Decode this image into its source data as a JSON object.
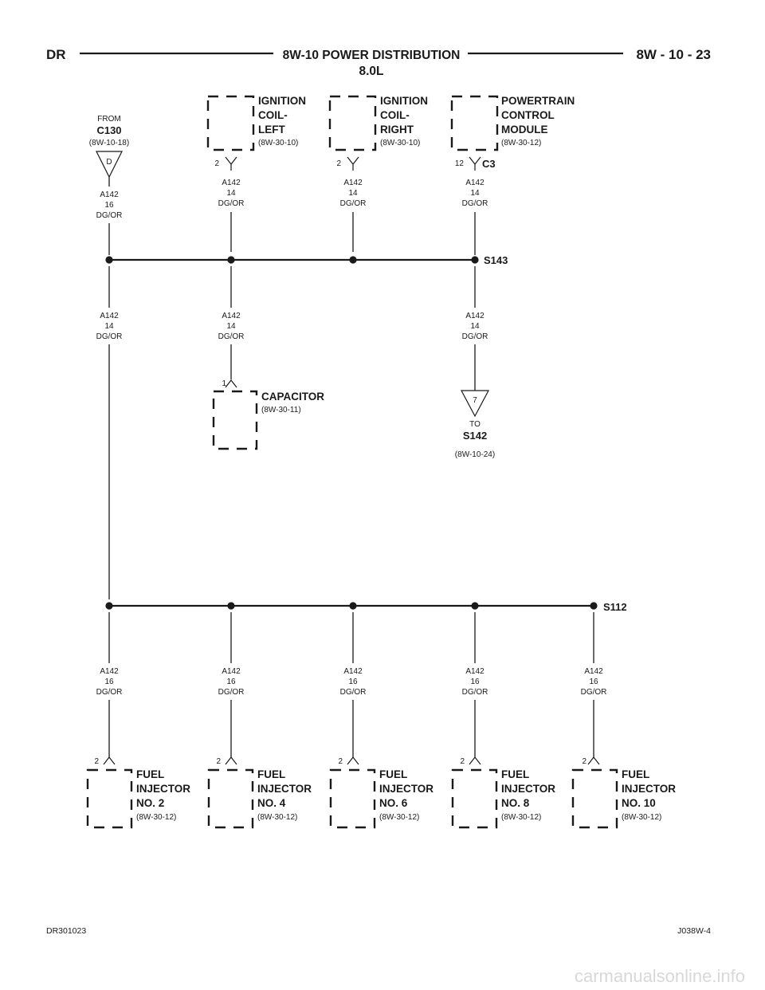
{
  "header": {
    "left": "DR",
    "title_line1": "8W-10 POWER DISTRIBUTION",
    "title_line2": "8.0L",
    "right": "8W - 10 - 23"
  },
  "source": {
    "from_label": "FROM",
    "connector": "C130",
    "ref": "(8W-10-18)",
    "pin": "D",
    "wire": {
      "circuit": "A142",
      "gauge": "16",
      "color": "DG/OR"
    }
  },
  "top_components": [
    {
      "lines": [
        "IGNITION",
        "COIL-",
        "LEFT"
      ],
      "ref": "(8W-30-10)",
      "pin": "2",
      "connector": "",
      "wire": {
        "circuit": "A142",
        "gauge": "14",
        "color": "DG/OR"
      }
    },
    {
      "lines": [
        "IGNITION",
        "COIL-",
        "RIGHT"
      ],
      "ref": "(8W-30-10)",
      "pin": "2",
      "connector": "",
      "wire": {
        "circuit": "A142",
        "gauge": "14",
        "color": "DG/OR"
      }
    },
    {
      "lines": [
        "POWERTRAIN",
        "CONTROL",
        "MODULE"
      ],
      "ref": "(8W-30-12)",
      "pin": "12",
      "connector": "C3",
      "wire": {
        "circuit": "A142",
        "gauge": "14",
        "color": "DG/OR"
      }
    }
  ],
  "splice_upper": "S143",
  "mid_wires": [
    {
      "circuit": "A142",
      "gauge": "14",
      "color": "DG/OR"
    },
    {
      "circuit": "A142",
      "gauge": "14",
      "color": "DG/OR"
    },
    {
      "circuit": "A142",
      "gauge": "14",
      "color": "DG/OR"
    }
  ],
  "capacitor": {
    "name": "CAPACITOR",
    "ref": "(8W-30-11)",
    "pin": "1"
  },
  "to_splice": {
    "pin": "7",
    "to_label": "TO",
    "splice": "S142",
    "ref": "(8W-10-24)"
  },
  "splice_lower": "S112",
  "injectors": [
    {
      "lines": [
        "FUEL",
        "INJECTOR",
        "NO. 2"
      ],
      "ref": "(8W-30-12)",
      "pin": "2",
      "wire": {
        "circuit": "A142",
        "gauge": "16",
        "color": "DG/OR"
      }
    },
    {
      "lines": [
        "FUEL",
        "INJECTOR",
        "NO. 4"
      ],
      "ref": "(8W-30-12)",
      "pin": "2",
      "wire": {
        "circuit": "A142",
        "gauge": "16",
        "color": "DG/OR"
      }
    },
    {
      "lines": [
        "FUEL",
        "INJECTOR",
        "NO. 6"
      ],
      "ref": "(8W-30-12)",
      "pin": "2",
      "wire": {
        "circuit": "A142",
        "gauge": "16",
        "color": "DG/OR"
      }
    },
    {
      "lines": [
        "FUEL",
        "INJECTOR",
        "NO. 8"
      ],
      "ref": "(8W-30-12)",
      "pin": "2",
      "wire": {
        "circuit": "A142",
        "gauge": "16",
        "color": "DG/OR"
      }
    },
    {
      "lines": [
        "FUEL",
        "INJECTOR",
        "NO. 10"
      ],
      "ref": "(8W-30-12)",
      "pin": "2",
      "wire": {
        "circuit": "A142",
        "gauge": "16",
        "color": "DG/OR"
      }
    }
  ],
  "footer": {
    "left": "DR301023",
    "right": "J038W-4"
  },
  "watermark": "carmanualsonline.info"
}
